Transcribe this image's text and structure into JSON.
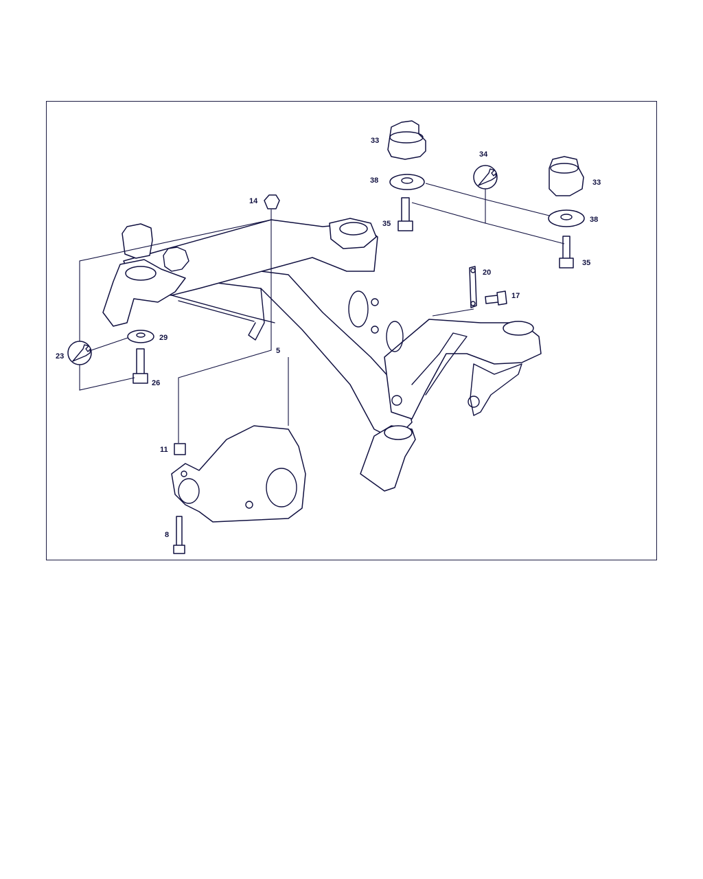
{
  "callouts": [
    {
      "id": "33a",
      "text": "33"
    },
    {
      "id": "34",
      "text": "34"
    },
    {
      "id": "33b",
      "text": "33"
    },
    {
      "id": "38a",
      "text": "38"
    },
    {
      "id": "38b",
      "text": "38"
    },
    {
      "id": "35a",
      "text": "35"
    },
    {
      "id": "35b",
      "text": "35"
    },
    {
      "id": "14",
      "text": "14"
    },
    {
      "id": "20",
      "text": "20"
    },
    {
      "id": "17",
      "text": "17"
    },
    {
      "id": "29",
      "text": "29"
    },
    {
      "id": "23",
      "text": "23"
    },
    {
      "id": "5",
      "text": "5"
    },
    {
      "id": "26",
      "text": "26"
    },
    {
      "id": "11",
      "text": "11"
    },
    {
      "id": "8",
      "text": "8"
    }
  ],
  "icons": {
    "wrench_symbol": "wrench-icon"
  },
  "colors": {
    "line": "#101040",
    "background": "#ffffff"
  }
}
